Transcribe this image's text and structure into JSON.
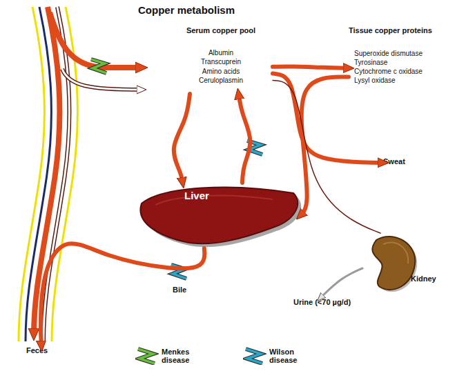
{
  "diagram": {
    "title": "Copper metabolism",
    "nodes": [
      {
        "text": [
          "Serum copper pool",
          "Albumin",
          "Transcuprein",
          "Amino acids",
          "Ceruloplasmin"
        ]
      },
      {
        "text": [
          "Tissue copper proteins",
          "Superoxide dismutase",
          "Tyrosinase",
          "Cytochrome c oxidase",
          "Lysyl oxidase"
        ]
      },
      {
        "text": [
          "Liver"
        ]
      },
      {
        "text": [
          "Kidney"
        ]
      },
      {
        "text": [
          "Sweat"
        ]
      },
      {
        "text": [
          "Feces"
        ]
      },
      {
        "text": [
          "Urine (<70 µg/d)"
        ]
      }
    ],
    "edges": [
      {
        "from": 0,
        "to": 2,
        "arrow": "to"
      },
      {
        "from": 2,
        "to": 0,
        "arrow": "to"
      },
      {
        "from": 2,
        "to": 5,
        "label": "Bile",
        "arrow": "to"
      },
      {
        "from": 0,
        "to": 1,
        "arrow": "to"
      },
      {
        "from": 0,
        "to": 4,
        "arrow": "to"
      },
      {
        "from": 1,
        "to": 2,
        "arrow": "to"
      },
      {
        "from": 0,
        "to": 3,
        "arrow": "none"
      },
      {
        "from": 3,
        "to": 6,
        "arrow": "to"
      }
    ],
    "legend": [
      {
        "text": "Menkes disease"
      },
      {
        "text": "Wilson disease"
      }
    ]
  }
}
